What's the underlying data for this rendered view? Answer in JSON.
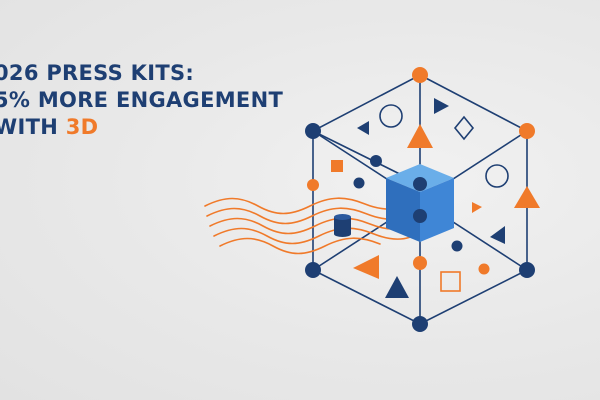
{
  "headline": {
    "line1": "026 PRESS KITS:",
    "line2": "5% MORE ENGAGEMENT",
    "line3_prefix": "WITH ",
    "line3_accent": "3D"
  },
  "colors": {
    "background": "#ebebeb",
    "navy": "#1e3f73",
    "orange": "#f07a2a",
    "cube_blue": "#3a7fd0"
  },
  "illustration": {
    "subject": "3d-cube-network",
    "icons": [
      "cube-icon",
      "circle-icon",
      "triangle-icon",
      "square-icon",
      "diamond-icon",
      "wave-lines-icon",
      "cylinder-icon"
    ]
  }
}
